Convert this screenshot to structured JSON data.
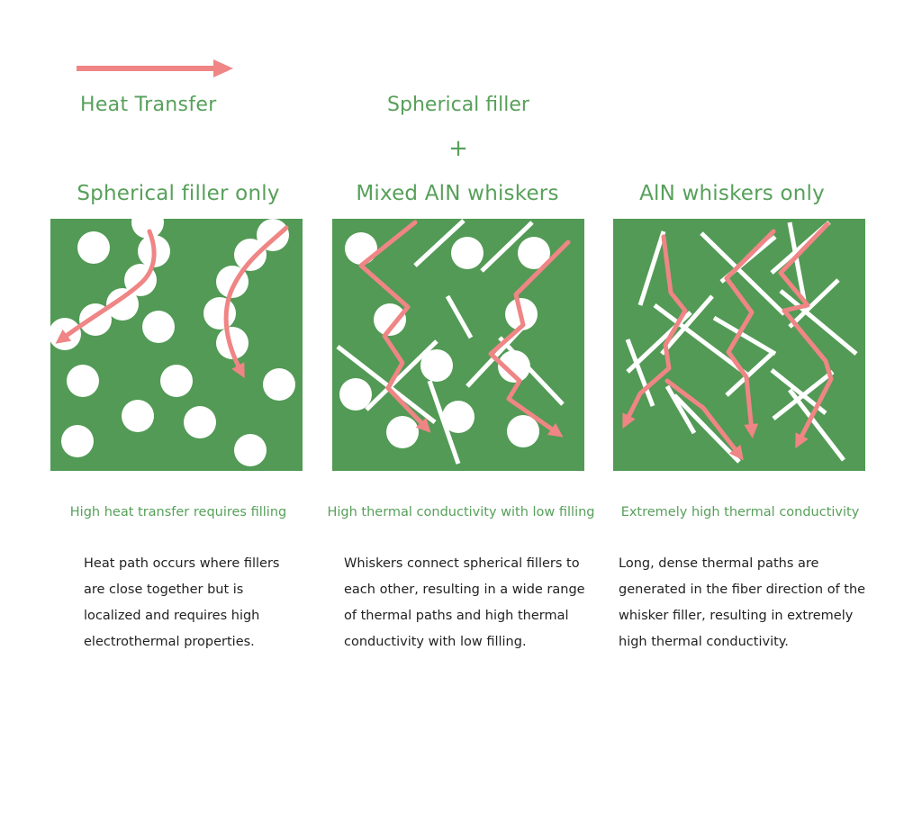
{
  "colors": {
    "panel_green": "#529a55",
    "text_green": "#57a05a",
    "arrow_pink": "#ef8585",
    "filler_white": "#ffffff"
  },
  "legend": {
    "label": "Heat Transfer",
    "icon": "arrow-right-icon"
  },
  "header": {
    "filler_label": "Spherical filler",
    "plus": "+"
  },
  "columns": [
    {
      "title": "Spherical filler only",
      "subtitle": "High heat transfer requires filling",
      "description": [
        "Heat path occurs where fillers",
        "are close together but is",
        "localized and requires high",
        "electrothermal properties."
      ]
    },
    {
      "title": "Mixed AlN whiskers",
      "subtitle": "High thermal conductivity with low filling",
      "description": [
        "Whiskers connect spherical fillers to",
        "each other, resulting in a wide range",
        "of thermal paths and high thermal",
        "conductivity with low filling."
      ]
    },
    {
      "title": "AlN whiskers only",
      "subtitle": "Extremely high thermal conductivity",
      "description": [
        "Long, dense thermal paths are",
        "generated in the fiber direction of the",
        "whisker filler, resulting in extremely",
        "high thermal conductivity."
      ]
    }
  ]
}
